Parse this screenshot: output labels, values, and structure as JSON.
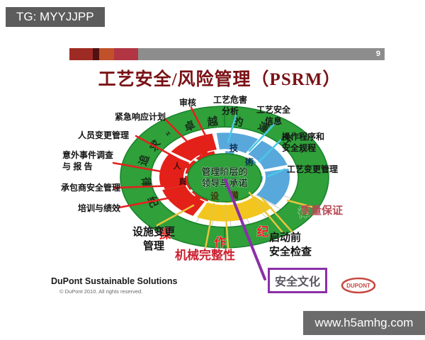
{
  "overlay": {
    "tg": "TG: MYYJJPP",
    "watermark": "www.h5amhg.com"
  },
  "slide": {
    "page_number": "9",
    "title": "工艺安全/风险管理（PSRM）",
    "footer": {
      "brand": "DuPont Sustainable Solutions",
      "copyright": "© DuPont 2010. All rights reserved.",
      "logo_text": "DUPONT"
    }
  },
  "diagram": {
    "center": {
      "line1": "管理阶层的",
      "line2": "领导与承诺"
    },
    "outer_ring_phrase": "追求“卓越的運行”纪律",
    "outer_ring_chars": [
      "纪",
      "律",
      "追",
      "求",
      "“",
      "卓",
      "越",
      "的",
      "運",
      "行",
      "”"
    ],
    "bottom_arc_chars": [
      "操",
      "作",
      "纪",
      "律"
    ],
    "sector_chars": {
      "technology": [
        "技",
        "術"
      ],
      "equipment": [
        "设",
        "備"
      ],
      "personnel": [
        "人",
        "員"
      ]
    },
    "labels": {
      "audit": "审核",
      "process_hazard_analysis": "工艺危害\n分析",
      "process_safety_info": "工艺安全\n信息",
      "operating_procedures": "操作程序和\n安全规程",
      "process_moc": "工艺变更管理",
      "emergency_response": "紧急响应计划",
      "personnel_moc": "人员变更管理",
      "incident_investigation": "意外事件调查\n与  报  告",
      "contractor_safety": "承包商安全管理",
      "training_performance": "培训与绩效",
      "facility_moc": "设施变更\n管理",
      "mechanical_integrity": "机械完整性",
      "pre_startup_review": "启动前\n安全检查",
      "quality_assurance": "质量保证",
      "safety_culture": "安全文化"
    },
    "colors": {
      "ring_green": "#2fa03a",
      "ring_green_dark": "#17812a",
      "sector_red": "#e32119",
      "sector_blue": "#58a8dc",
      "sector_yellow": "#f2c61e",
      "line_red": "#e51f1f",
      "line_cyan": "#49c8e8",
      "line_yellow": "#e8c53c",
      "purple": "#8b2fa8",
      "ring_char": "#16301a",
      "bottom_char_red": "#e81818",
      "bottom_char_green": "#2e9e2e",
      "gap_line_gray": "#c8c8c8"
    }
  }
}
